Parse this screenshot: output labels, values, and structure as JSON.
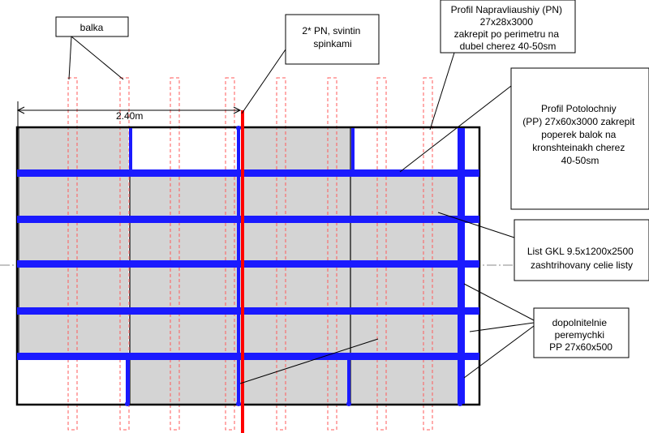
{
  "labels": {
    "balka": "balka",
    "dimension": "2.40m",
    "pn_double": [
      "2* PN, svintin",
      "spinkami"
    ],
    "profil_pn": [
      "Profil Napravliaushiy (PN)",
      "27x28x3000",
      "zakrepit po perimetru na",
      "dubel cherez 40-50sm"
    ],
    "profil_pp": [
      "Profil Potolochniy",
      "(PP) 27x60x3000 zakrepit",
      "poperek balok na",
      "kronshteinakh cherez",
      "40-50sm"
    ],
    "list_gkl": [
      "List GKL 9.5x1200x2500",
      "zashtrihovany celie listy"
    ],
    "dopolnitelnie": [
      "dopolnitelnie",
      "peremychki",
      "PP 27x60x500"
    ]
  },
  "colors": {
    "profile_blue": "#1a1aff",
    "pn_red": "#ff0000",
    "beam_outline": "#ff5a5a",
    "sheet_fill": "#d4d4d4",
    "frame": "#000000"
  }
}
